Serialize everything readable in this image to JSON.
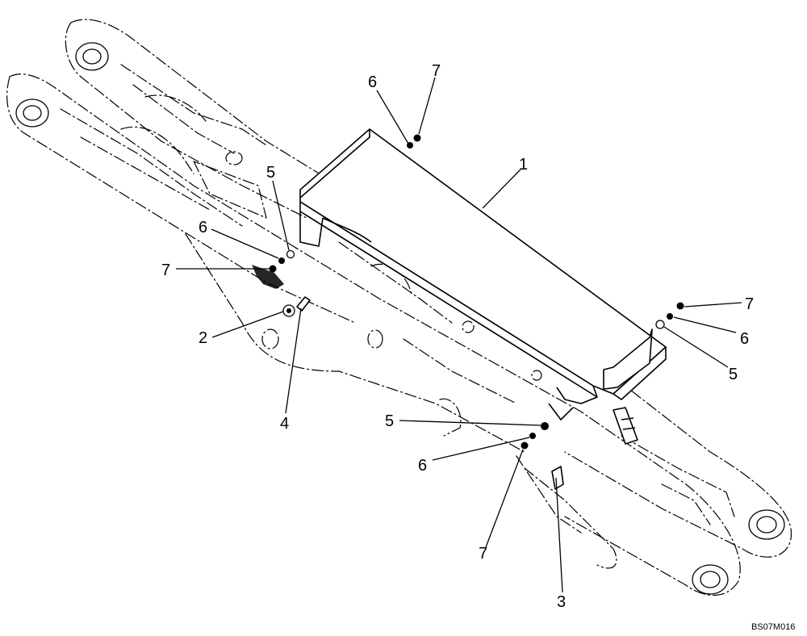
{
  "callouts": {
    "c1": "1",
    "c2": "2",
    "c3": "3",
    "c4": "4",
    "c5a": "5",
    "c5b": "5",
    "c5c": "5",
    "c6a": "6",
    "c6b": "6",
    "c6c": "6",
    "c6d": "6",
    "c7a": "7",
    "c7b": "7",
    "c7c": "7",
    "c7d": "7"
  },
  "drawing_code": "BS07M016"
}
